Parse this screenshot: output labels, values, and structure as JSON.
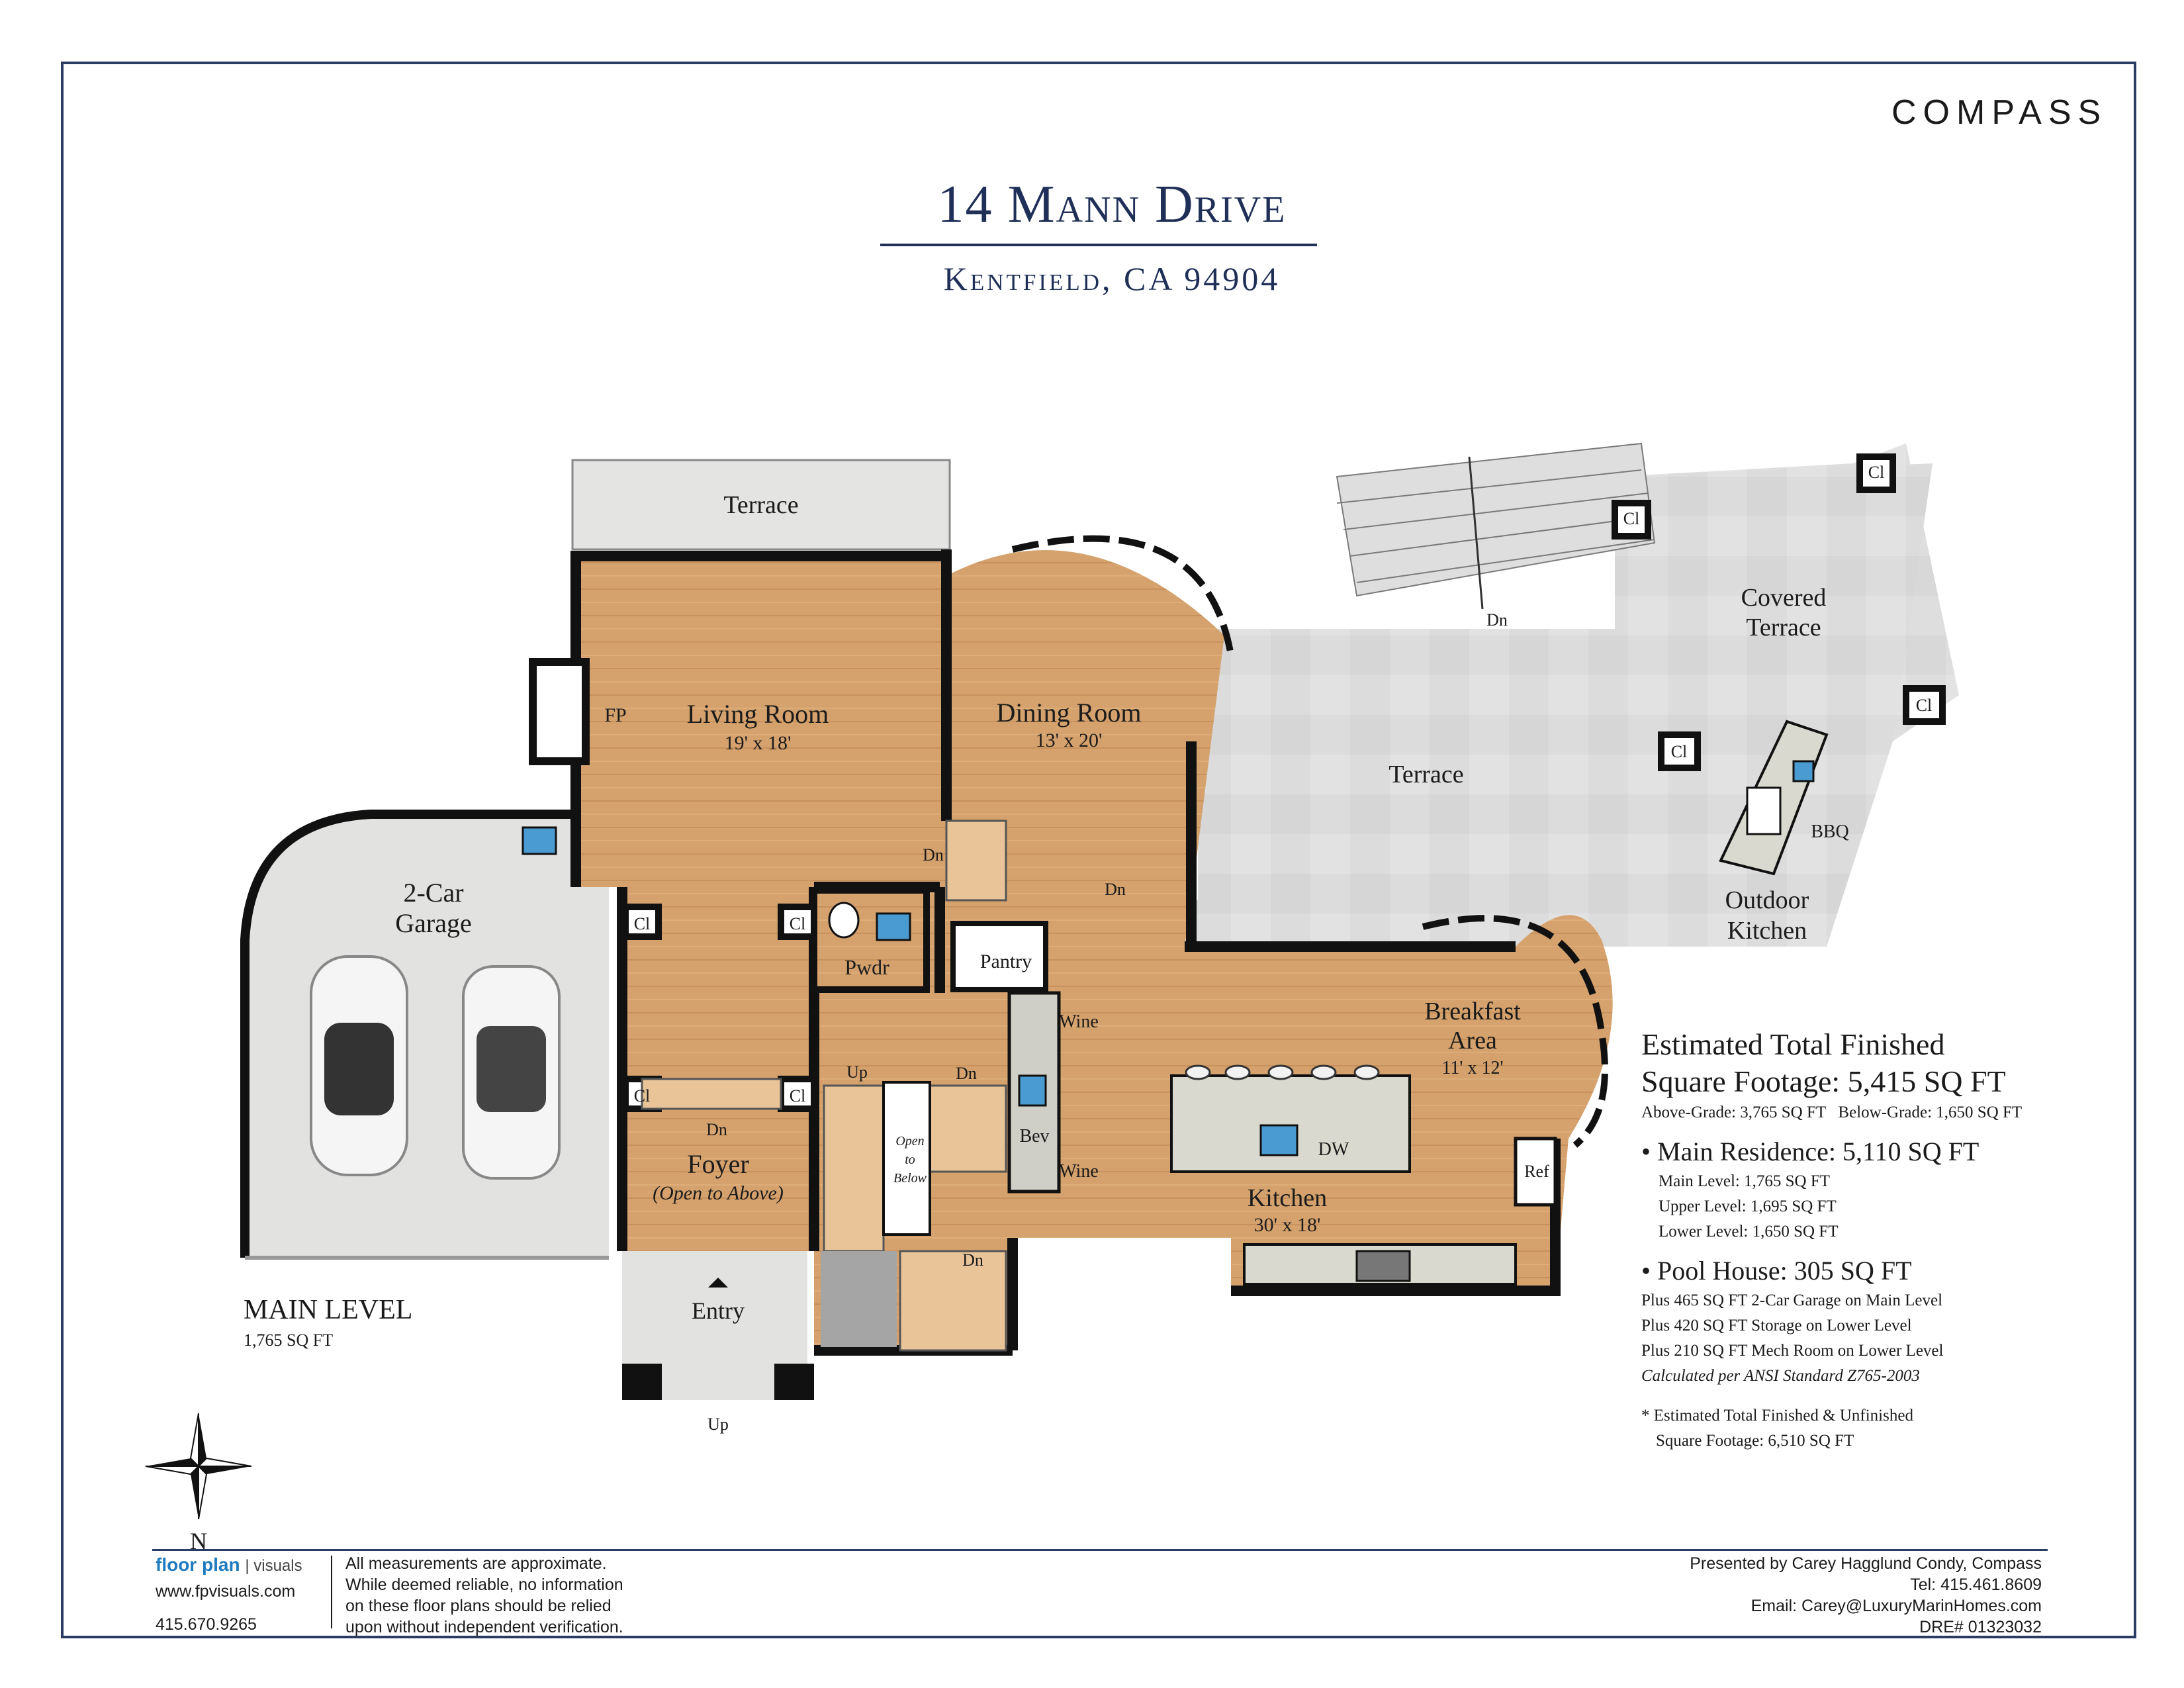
{
  "brand": "COMPASS",
  "header": {
    "title": "14 Mann Drive",
    "subtitle": "Kentfield, CA 94904"
  },
  "rooms": {
    "terrace_top": "Terrace",
    "living": "Living Room",
    "living_dim": "19' x 18'",
    "dining": "Dining Room",
    "dining_dim": "13' x 20'",
    "fp": "FP",
    "garage_1": "2-Car",
    "garage_2": "Garage",
    "pwdr": "Pwdr",
    "pantry": "Pantry",
    "foyer": "Foyer",
    "foyer_note": "(Open to Above)",
    "entry": "Entry",
    "open_1": "Open",
    "open_2": "to",
    "open_3": "Below",
    "bev": "Bev",
    "wine": "Wine",
    "kitchen": "Kitchen",
    "kitchen_dim": "30' x 18'",
    "breakfast_1": "Breakfast",
    "breakfast_2": "Area",
    "breakfast_dim": "11' x 12'",
    "dw": "DW",
    "ref": "Ref",
    "terrace_main": "Terrace",
    "covered_1": "Covered",
    "covered_2": "Terrace",
    "outdoor_1": "Outdoor",
    "outdoor_2": "Kitchen",
    "bbq": "BBQ",
    "cl": "Cl",
    "dn": "Dn",
    "up": "Up"
  },
  "level": {
    "name": "MAIN LEVEL",
    "sqft": "1,765 SQ FT"
  },
  "compass_n": "N",
  "stats": {
    "total_1": "Estimated Total Finished",
    "total_2": "Square Footage: 5,415 SQ FT",
    "grade": "Above-Grade: 3,765 SQ FT   Below-Grade: 1,650 SQ FT",
    "main_res": "Main Residence: 5,110 SQ FT",
    "main_level": "Main Level: 1,765 SQ FT",
    "upper_level": "Upper Level: 1,695 SQ FT",
    "lower_level": "Lower Level: 1,650 SQ FT",
    "pool_house": "Pool House: 305 SQ FT",
    "plus_1": "Plus 465 SQ FT 2-Car Garage on Main Level",
    "plus_2": "Plus 420 SQ FT Storage on Lower Level",
    "plus_3": "Plus 210 SQ FT Mech Room on Lower Level",
    "ansi": "Calculated per ANSI Standard Z765-2003",
    "note_1": "* Estimated Total Finished & Unfinished",
    "note_2": "Square Footage: 6,510 SQ FT"
  },
  "footer": {
    "fp_brand": "floor plan",
    "fp_brand_2": "| visuals",
    "fp_site": "www.fpvisuals.com",
    "fp_phone": "415.670.9265",
    "disclaimer_1": "All measurements are approximate.",
    "disclaimer_2": "While deemed reliable, no information",
    "disclaimer_3": "on these floor plans should be relied",
    "disclaimer_4": "upon without independent verification.",
    "presented": "Presented by Carey Hagglund Condy, Compass",
    "tel": "Tel: 415.461.8609",
    "email": "Email: Carey@LuxuryMarinHomes.com",
    "dre": "DRE# 01323032"
  },
  "colors": {
    "navy": "#1f2f57",
    "wood": "#d4a06a",
    "stone": "#dcdcdc",
    "garage": "#e2e3e0",
    "wall": "#111111"
  }
}
